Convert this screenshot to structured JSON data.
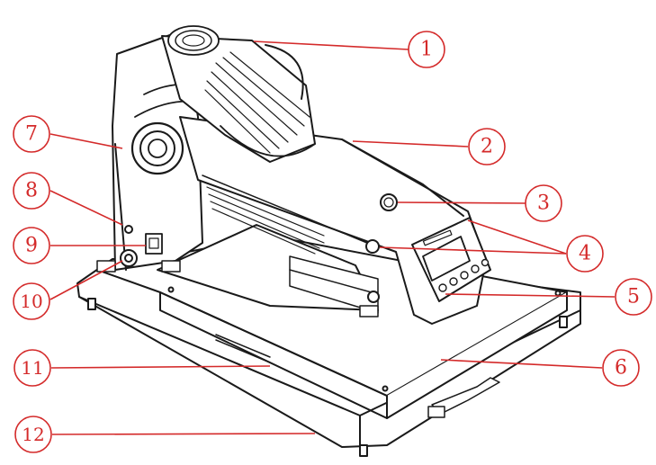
{
  "diagram": {
    "callouts": [
      {
        "number": "1",
        "side": "right"
      },
      {
        "number": "2",
        "side": "right"
      },
      {
        "number": "3",
        "side": "right"
      },
      {
        "number": "4",
        "side": "right"
      },
      {
        "number": "5",
        "side": "right"
      },
      {
        "number": "6",
        "side": "right"
      },
      {
        "number": "7",
        "side": "left"
      },
      {
        "number": "8",
        "side": "left"
      },
      {
        "number": "9",
        "side": "left"
      },
      {
        "number": "10",
        "side": "left"
      },
      {
        "number": "11",
        "side": "left"
      },
      {
        "number": "12",
        "side": "left"
      }
    ],
    "colors": {
      "callout": "#d42a2a",
      "outline": "#1a1a1a",
      "background": "#ffffff"
    }
  }
}
